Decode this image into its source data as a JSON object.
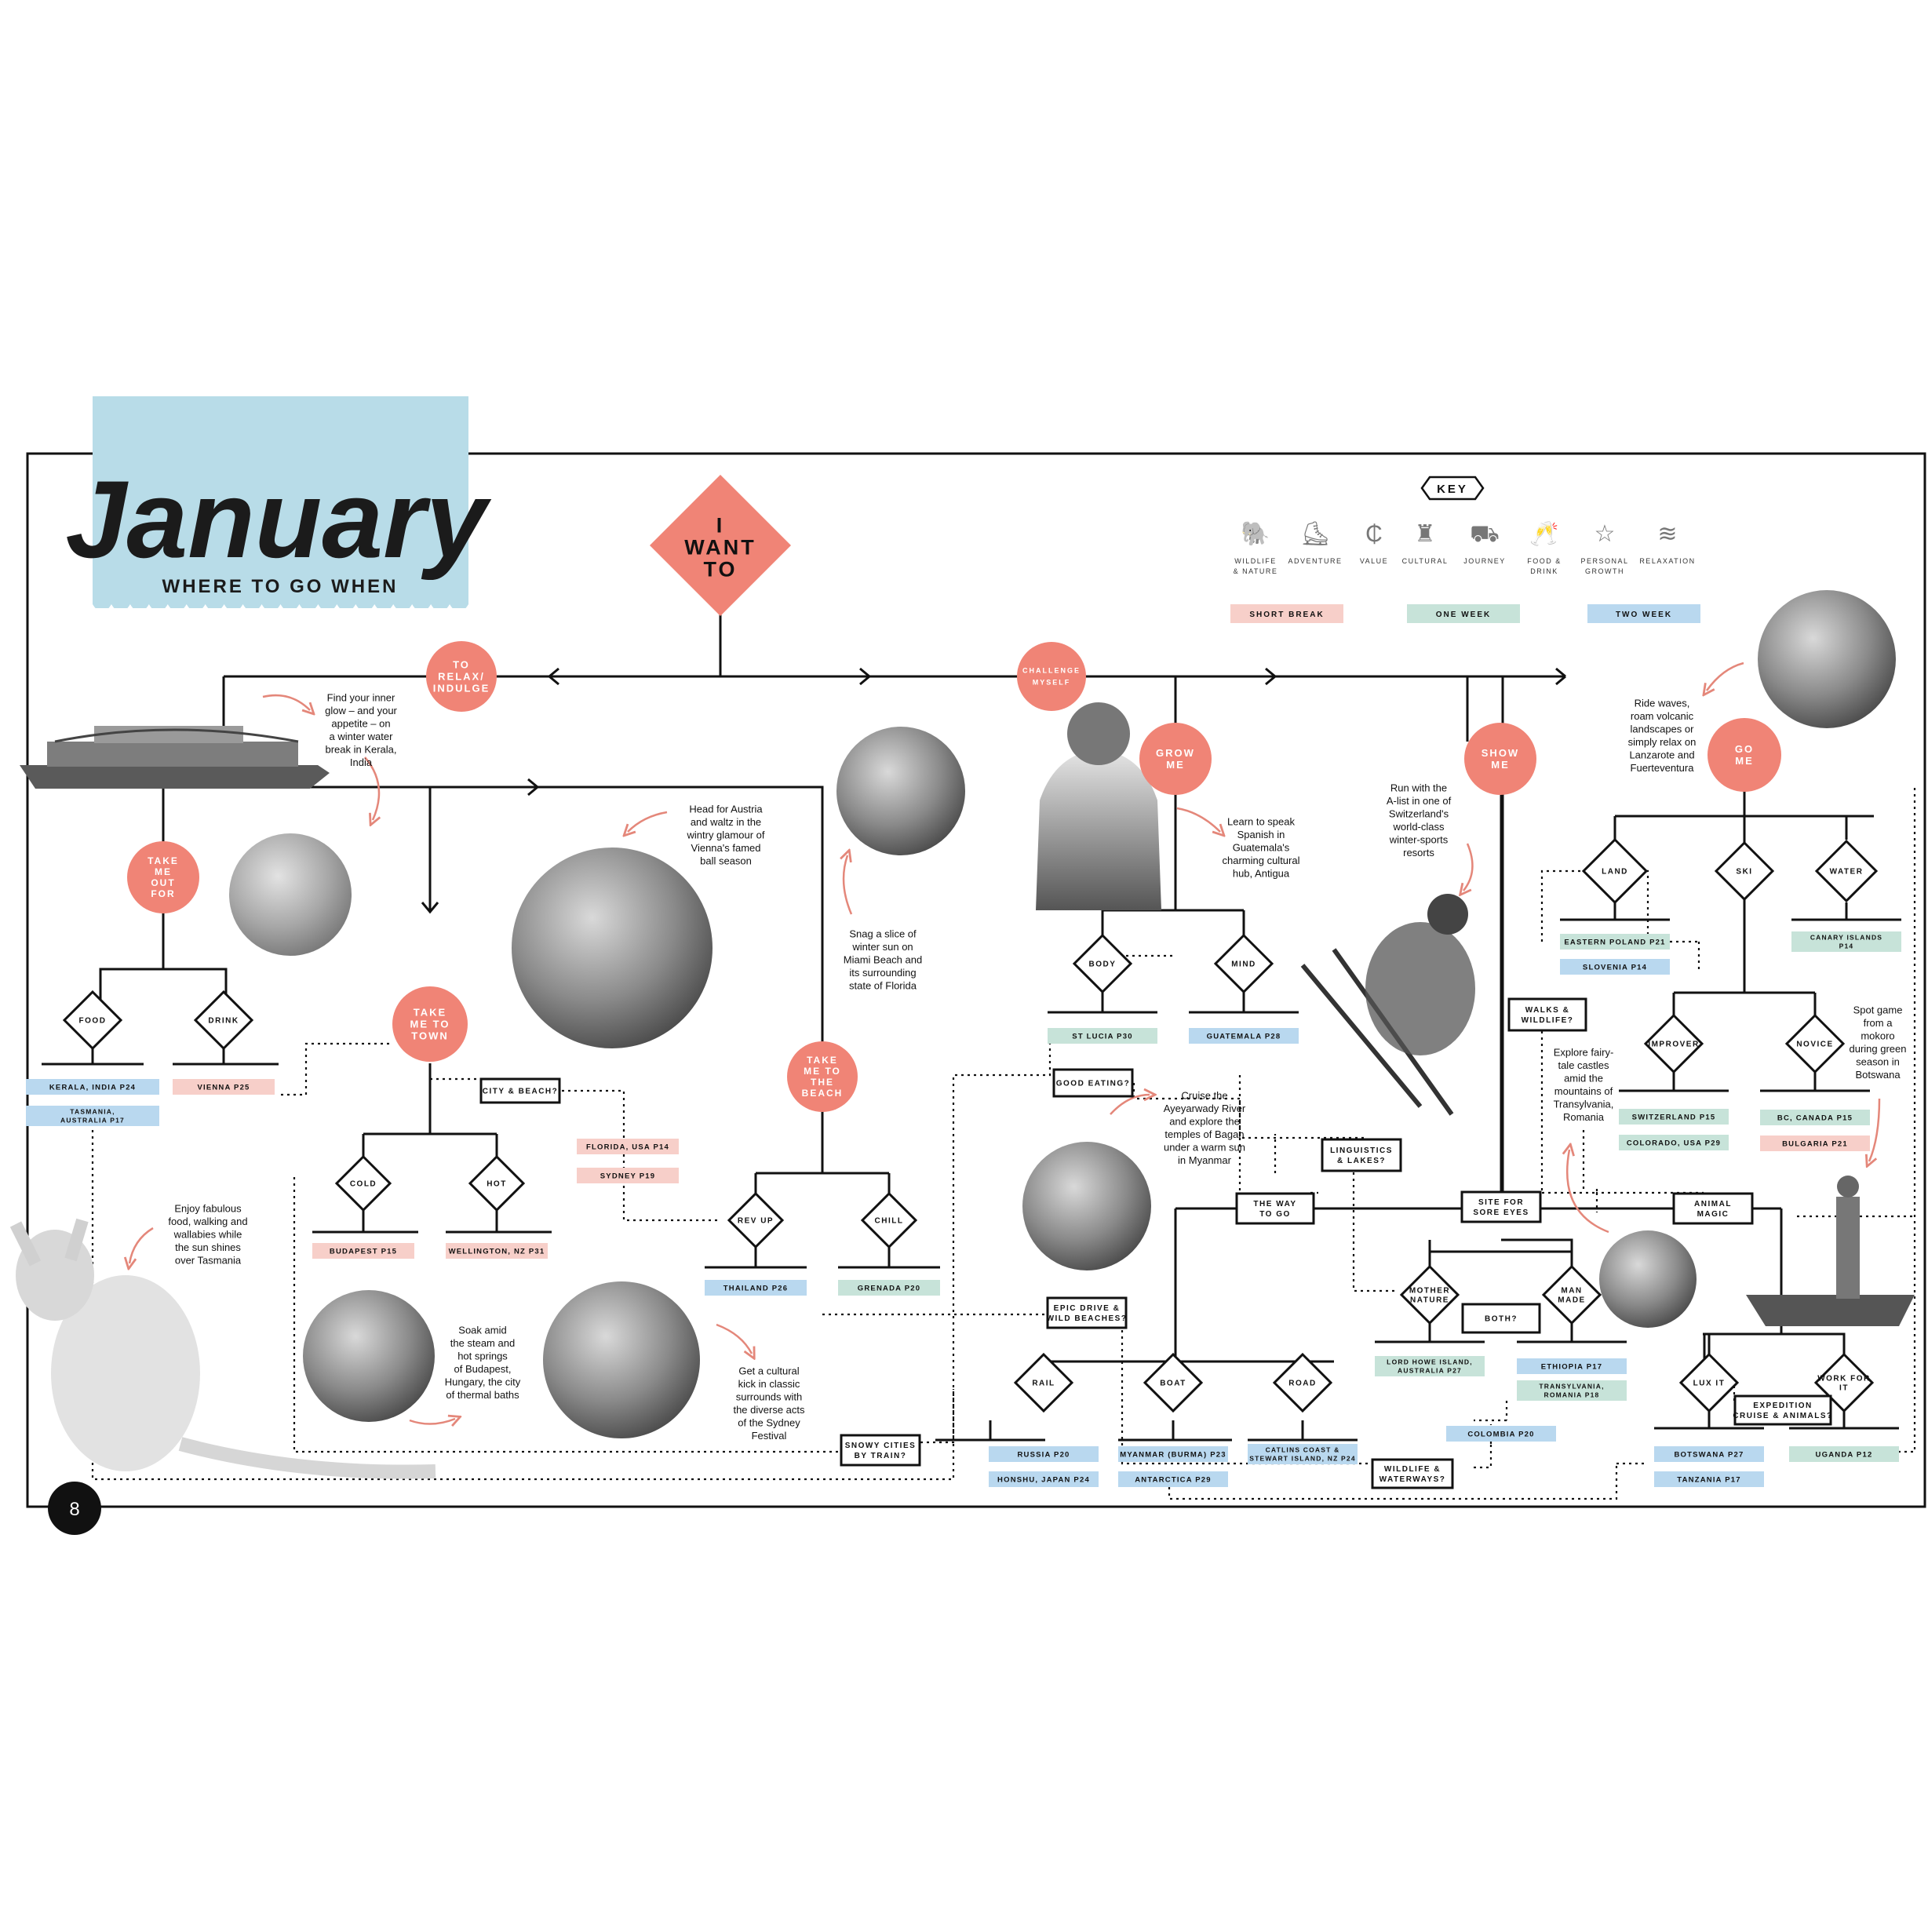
{
  "header": {
    "title": "January",
    "subtitle": "WHERE TO GO WHEN",
    "page_number": "8"
  },
  "key": {
    "title": "KEY",
    "icons": [
      {
        "label": "WILDLIFE",
        "label2": "& NATURE",
        "icon": "elephant-icon"
      },
      {
        "label": "ADVENTURE",
        "label2": "",
        "icon": "boot-icon"
      },
      {
        "label": "VALUE",
        "label2": "",
        "icon": "piggy-bank-icon"
      },
      {
        "label": "CULTURAL",
        "label2": "",
        "icon": "monument-icon"
      },
      {
        "label": "JOURNEY",
        "label2": "",
        "icon": "car-icon"
      },
      {
        "label": "FOOD &",
        "label2": "DRINK",
        "icon": "glasses-icon"
      },
      {
        "label": "PERSONAL",
        "label2": "GROWTH",
        "icon": "star-icon"
      },
      {
        "label": "RELAXATION",
        "label2": "",
        "icon": "wave-icon"
      }
    ],
    "legend": [
      {
        "label": "SHORT BREAK",
        "color": "#f7cfc9"
      },
      {
        "label": "ONE WEEK",
        "color": "#c7e3d9"
      },
      {
        "label": "TWO WEEK",
        "color": "#b9d8ef"
      }
    ]
  },
  "colors": {
    "circle": "#f08476",
    "header_bg": "#b8dce8",
    "short": "#f7cfc9",
    "one": "#c7e3d9",
    "two": "#b9d8ef"
  },
  "start": [
    "I",
    "WANT",
    "TO"
  ],
  "circles": [
    {
      "id": "relax",
      "lines": [
        "TO",
        "RELAX/",
        "INDULGE"
      ]
    },
    {
      "id": "challenge",
      "lines": [
        "CHALLENGE",
        "MYSELF"
      ]
    },
    {
      "id": "takeout",
      "lines": [
        "TAKE",
        "ME",
        "OUT",
        "FOR"
      ]
    },
    {
      "id": "town",
      "lines": [
        "TAKE",
        "ME TO",
        "TOWN"
      ]
    },
    {
      "id": "beach",
      "lines": [
        "TAKE",
        "ME TO",
        "THE",
        "BEACH"
      ]
    },
    {
      "id": "grow",
      "lines": [
        "GROW",
        "ME"
      ]
    },
    {
      "id": "show",
      "lines": [
        "SHOW",
        "ME"
      ]
    },
    {
      "id": "go",
      "lines": [
        "GO",
        "ME"
      ]
    }
  ],
  "diamonds": [
    {
      "id": "food",
      "label": "FOOD"
    },
    {
      "id": "drink",
      "label": "DRINK"
    },
    {
      "id": "cold",
      "label": "COLD"
    },
    {
      "id": "hot",
      "label": "HOT"
    },
    {
      "id": "revup",
      "label": "REV UP"
    },
    {
      "id": "chill",
      "label": "CHILL"
    },
    {
      "id": "body",
      "label": "BODY"
    },
    {
      "id": "mind",
      "label": "MIND"
    },
    {
      "id": "land",
      "label": "LAND"
    },
    {
      "id": "ski",
      "label": "SKI"
    },
    {
      "id": "water",
      "label": "WATER"
    },
    {
      "id": "improver",
      "label": "IMPROVER"
    },
    {
      "id": "novice",
      "label": "NOVICE"
    },
    {
      "id": "mother",
      "label": "MOTHER NATURE"
    },
    {
      "id": "manmade",
      "label": "MAN MADE"
    },
    {
      "id": "rail",
      "label": "RAIL"
    },
    {
      "id": "boat",
      "label": "BOAT"
    },
    {
      "id": "road",
      "label": "ROAD"
    },
    {
      "id": "luxit",
      "label": "LUX IT"
    },
    {
      "id": "work",
      "label": "WORK FOR IT"
    }
  ],
  "boxes": [
    {
      "id": "citybeach",
      "lines": [
        "CITY & BEACH?"
      ]
    },
    {
      "id": "goodeating",
      "lines": [
        "GOOD EATING?"
      ]
    },
    {
      "id": "walks",
      "lines": [
        "WALKS &",
        "WILDLIFE?"
      ]
    },
    {
      "id": "linguistics",
      "lines": [
        "LINGUISTICS",
        "& LAKES?"
      ]
    },
    {
      "id": "wayto",
      "lines": [
        "THE WAY",
        "TO GO"
      ]
    },
    {
      "id": "site",
      "lines": [
        "SITE FOR",
        "SORE EYES"
      ]
    },
    {
      "id": "animal",
      "lines": [
        "ANIMAL",
        "MAGIC"
      ]
    },
    {
      "id": "epic",
      "lines": [
        "EPIC DRIVE &",
        "WILD BEACHES?"
      ]
    },
    {
      "id": "both",
      "lines": [
        "BOTH?"
      ]
    },
    {
      "id": "snowy",
      "lines": [
        "SNOWY CITIES",
        "BY TRAIN?"
      ]
    },
    {
      "id": "wildwater",
      "lines": [
        "WILDLIFE &",
        "WATERWAYS?"
      ]
    },
    {
      "id": "expedition",
      "lines": [
        "EXPEDITION",
        "CRUISE & ANIMALS?"
      ]
    }
  ],
  "destinations": [
    {
      "id": "kerala",
      "lines": [
        "KERALA, INDIA P24"
      ],
      "type": "two"
    },
    {
      "id": "tasmania",
      "lines": [
        "TASMANIA,",
        "AUSTRALIA P17"
      ],
      "type": "two"
    },
    {
      "id": "vienna",
      "lines": [
        "VIENNA P25"
      ],
      "type": "short"
    },
    {
      "id": "budapest",
      "lines": [
        "BUDAPEST P15"
      ],
      "type": "short"
    },
    {
      "id": "wellington",
      "lines": [
        "WELLINGTON, NZ P31"
      ],
      "type": "short"
    },
    {
      "id": "florida",
      "lines": [
        "FLORIDA, USA P14"
      ],
      "type": "short"
    },
    {
      "id": "sydney",
      "lines": [
        "SYDNEY P19"
      ],
      "type": "short"
    },
    {
      "id": "thailand",
      "lines": [
        "THAILAND P26"
      ],
      "type": "two"
    },
    {
      "id": "grenada",
      "lines": [
        "GRENADA P20"
      ],
      "type": "one"
    },
    {
      "id": "stlucia",
      "lines": [
        "ST LUCIA P30"
      ],
      "type": "one"
    },
    {
      "id": "guatemala",
      "lines": [
        "GUATEMALA P28"
      ],
      "type": "two"
    },
    {
      "id": "poland",
      "lines": [
        "EASTERN POLAND P21"
      ],
      "type": "one"
    },
    {
      "id": "slovenia",
      "lines": [
        "SLOVENIA P14"
      ],
      "type": "two"
    },
    {
      "id": "canary",
      "lines": [
        "CANARY ISLANDS",
        "P14"
      ],
      "type": "one"
    },
    {
      "id": "switzerland",
      "lines": [
        "SWITZERLAND P15"
      ],
      "type": "one"
    },
    {
      "id": "colorado",
      "lines": [
        "COLORADO, USA P29"
      ],
      "type": "one"
    },
    {
      "id": "bccanada",
      "lines": [
        "BC, CANADA P15"
      ],
      "type": "one"
    },
    {
      "id": "bulgaria",
      "lines": [
        "BULGARIA P21"
      ],
      "type": "short"
    },
    {
      "id": "lordhowe",
      "lines": [
        "LORD HOWE ISLAND,",
        "AUSTRALIA P27"
      ],
      "type": "one"
    },
    {
      "id": "ethiopia",
      "lines": [
        "ETHIOPIA P17"
      ],
      "type": "two"
    },
    {
      "id": "transylvania",
      "lines": [
        "TRANSYLVANIA,",
        "ROMANIA P18"
      ],
      "type": "one"
    },
    {
      "id": "colombia",
      "lines": [
        "COLOMBIA P20"
      ],
      "type": "two"
    },
    {
      "id": "russia",
      "lines": [
        "RUSSIA P20"
      ],
      "type": "two"
    },
    {
      "id": "honshu",
      "lines": [
        "HONSHU, JAPAN P24"
      ],
      "type": "two"
    },
    {
      "id": "myanmar",
      "lines": [
        "MYANMAR (BURMA) P23"
      ],
      "type": "two"
    },
    {
      "id": "antarctica",
      "lines": [
        "ANTARCTICA P29"
      ],
      "type": "two"
    },
    {
      "id": "catlins",
      "lines": [
        "CATLINS COAST &",
        "STEWART ISLAND, NZ P24"
      ],
      "type": "two"
    },
    {
      "id": "botswana",
      "lines": [
        "BOTSWANA P27"
      ],
      "type": "two"
    },
    {
      "id": "tanzania",
      "lines": [
        "TANZANIA P17"
      ],
      "type": "two"
    },
    {
      "id": "uganda",
      "lines": [
        "UGANDA P12"
      ],
      "type": "one"
    }
  ],
  "texts": [
    {
      "id": "t-kerala",
      "lines": [
        "Find your inner",
        "glow – and your",
        "appetite – on",
        "a winter water",
        "break in Kerala,",
        "India"
      ]
    },
    {
      "id": "t-vienna",
      "lines": [
        "Head for Austria",
        "and waltz in the",
        "wintry glamour of",
        "Vienna's famed",
        "ball season"
      ]
    },
    {
      "id": "t-florida",
      "lines": [
        "Snag a slice of",
        "winter sun on",
        "Miami Beach and",
        "its surrounding",
        "state of Florida"
      ]
    },
    {
      "id": "t-guatemala",
      "lines": [
        "Learn to speak",
        "Spanish in",
        "Guatemala's",
        "charming cultural",
        "hub, Antigua"
      ]
    },
    {
      "id": "t-switz",
      "lines": [
        "Run with the",
        "A-list in one of",
        "Switzerland's",
        "world-class",
        "winter-sports",
        "resorts"
      ]
    },
    {
      "id": "t-canary",
      "lines": [
        "Ride waves,",
        "roam volcanic",
        "landscapes or",
        "simply relax on",
        "Lanzarote and",
        "Fuerteventura"
      ]
    },
    {
      "id": "t-botswana",
      "lines": [
        "Spot game",
        "from a",
        "mokoro",
        "during green",
        "season in",
        "Botswana"
      ]
    },
    {
      "id": "t-romania",
      "lines": [
        "Explore fairy-",
        "tale castles",
        "amid the",
        "mountains of",
        "Transylvania,",
        "Romania"
      ]
    },
    {
      "id": "t-myanmar",
      "lines": [
        "Cruise the",
        "Ayeyarwady River",
        "and explore the",
        "temples of Bagan",
        "under a warm sun",
        "in Myanmar"
      ]
    },
    {
      "id": "t-tasmania",
      "lines": [
        "Enjoy fabulous",
        "food, walking and",
        "wallabies while",
        "the sun shines",
        "over Tasmania"
      ]
    },
    {
      "id": "t-budapest",
      "lines": [
        "Soak amid",
        "the steam and",
        "hot springs",
        "of Budapest,",
        "Hungary, the city",
        "of thermal baths"
      ]
    },
    {
      "id": "t-sydney",
      "lines": [
        "Get a cultural",
        "kick in classic",
        "surrounds with",
        "the diverse acts",
        "of the Sydney",
        "Festival"
      ]
    }
  ]
}
